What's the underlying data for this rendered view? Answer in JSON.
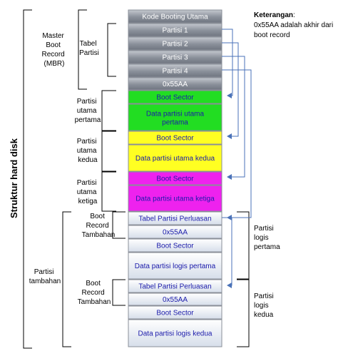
{
  "title_vertical": "Struktur hard disk",
  "keterangan": {
    "heading": "Keterangan",
    "colon": ":",
    "line1": "0x55AA adalah akhir dari",
    "line2": "boot record"
  },
  "blocks": [
    {
      "label": "Kode Booting Utama"
    },
    {
      "label": "Partisi 1"
    },
    {
      "label": "Partisi 2"
    },
    {
      "label": "Partisi 3"
    },
    {
      "label": "Partisi 4"
    },
    {
      "label": "0x55AA"
    },
    {
      "label": "Boot Sector"
    },
    {
      "label": "Data partisi utama",
      "label2": "pertama"
    },
    {
      "label": "Boot Sector"
    },
    {
      "label": "Data partisi utama kedua"
    },
    {
      "label": "Boot Sector"
    },
    {
      "label": "Data partisi utama ketiga"
    },
    {
      "label": "Tabel Partisi Perluasan"
    },
    {
      "label": "0x55AA"
    },
    {
      "label": "Boot Sector"
    },
    {
      "label": "Data partisi logis pertama"
    },
    {
      "label": "Tabel Partisi Perluasan"
    },
    {
      "label": "0x55AA"
    },
    {
      "label": "Boot Sector"
    },
    {
      "label": "Data partisi logis kedua"
    }
  ],
  "left_labels": {
    "mbr": [
      "Master",
      "Boot",
      "Record",
      "(MBR)"
    ],
    "tabel_partisi": [
      "Tabel",
      "Partisi"
    ],
    "partisi_utama_pertama": [
      "Partisi",
      "utama",
      "pertama"
    ],
    "partisi_utama_kedua": [
      "Partisi",
      "utama",
      "kedua"
    ],
    "partisi_utama_ketiga": [
      "Partisi",
      "utama",
      "ketiga"
    ],
    "partisi_tambahan": [
      "Partisi",
      "tambahan"
    ],
    "boot_record_tambahan_1": [
      "Boot",
      "Record",
      "Tambahan"
    ],
    "boot_record_tambahan_2": [
      "Boot",
      "Record",
      "Tambahan"
    ]
  },
  "right_labels": {
    "partisi_logis_pertama": [
      "Partisi",
      "logis",
      "pertama"
    ],
    "partisi_logis_kedua": [
      "Partisi",
      "logis",
      "kedua"
    ]
  },
  "colors": {
    "arrow": "#4a72b8",
    "green": "#22dd22",
    "yellow": "#ffff22",
    "magenta": "#ee22ee",
    "text_blue": "#1a1aaa"
  }
}
